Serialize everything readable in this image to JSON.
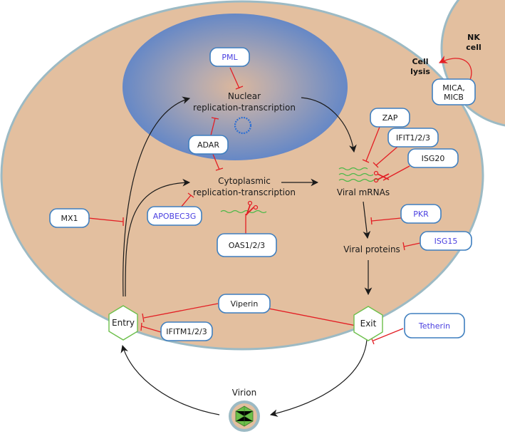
{
  "colors": {
    "cytoplasm": "#e3bf9f",
    "membrane": "#9cbac4",
    "nucleus_edge": "#6a8cc8",
    "nucleus_center": "#d9b69e",
    "inhibition": "#e31e24",
    "box_border": "#3f7fbf",
    "text_black": "#1a1a1a",
    "text_blue": "#4a3fe0",
    "mrna_green": "#4cb848",
    "hexagon": "#6cbf4a"
  },
  "labels": {
    "nuclear_line1": "Nuclear",
    "nuclear_line2": "replication-transcription",
    "cyto_line1": "Cytoplasmic",
    "cyto_line2": "replication-transcription",
    "viral_mrnas": "Viral mRNAs",
    "viral_proteins": "Viral proteins",
    "virion": "Virion",
    "entry": "Entry",
    "exit": "Exit",
    "nk_line1": "NK",
    "nk_line2": "cell",
    "lysis_line1": "Cell",
    "lysis_line2": "lysis"
  },
  "factors": {
    "pml": {
      "line1": "PML",
      "blue": true
    },
    "adar": {
      "line1": "ADAR",
      "blue": false
    },
    "mx1": {
      "line1": "MX1",
      "blue": false
    },
    "apobec3g": {
      "line1": "APOBEC3G",
      "blue": true
    },
    "oas": {
      "line1": "OAS1/2/3",
      "blue": false
    },
    "zap": {
      "line1": "ZAP",
      "blue": false
    },
    "ifit": {
      "line1": "IFIT1/2/3",
      "blue": false
    },
    "isg20": {
      "line1": "ISG20",
      "blue": false
    },
    "pkr": {
      "line1": "PKR",
      "blue": true
    },
    "isg15": {
      "line1": "ISG15",
      "blue": true
    },
    "viperin": {
      "line1": "Viperin",
      "blue": false
    },
    "ifitm": {
      "line1": "IFITM1/2/3",
      "blue": false
    },
    "tetherin": {
      "line1": "Tetherin",
      "blue": true
    },
    "mica": {
      "line1": "MICA,",
      "line2": "MICB",
      "blue": false
    }
  }
}
